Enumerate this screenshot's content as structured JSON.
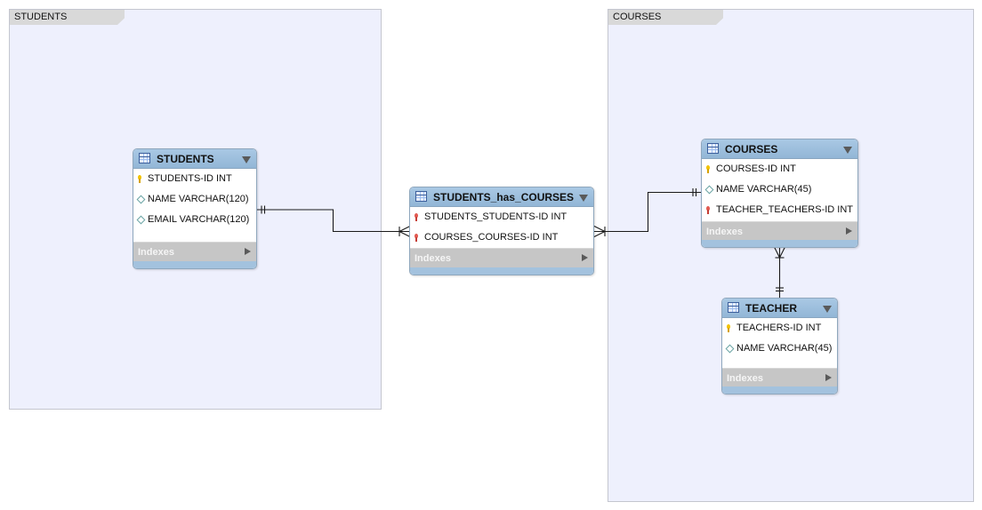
{
  "layers": {
    "students": {
      "label": "STUDENTS"
    },
    "courses": {
      "label": "COURSES"
    }
  },
  "entities": {
    "students": {
      "title": "STUDENTS",
      "columns": [
        {
          "label": "STUDENTS-ID INT",
          "kind": "primary-key"
        },
        {
          "label": "NAME VARCHAR(120)",
          "kind": "attribute"
        },
        {
          "label": "EMAIL VARCHAR(120)",
          "kind": "attribute"
        }
      ],
      "indexes_label": "Indexes"
    },
    "students_has_courses": {
      "title": "STUDENTS_has_COURSES",
      "columns": [
        {
          "label": "STUDENTS_STUDENTS-ID INT",
          "kind": "foreign-key"
        },
        {
          "label": "COURSES_COURSES-ID INT",
          "kind": "foreign-key"
        }
      ],
      "indexes_label": "Indexes"
    },
    "courses": {
      "title": "COURSES",
      "columns": [
        {
          "label": "COURSES-ID INT",
          "kind": "primary-key"
        },
        {
          "label": "NAME VARCHAR(45)",
          "kind": "attribute"
        },
        {
          "label": "TEACHER_TEACHERS-ID INT",
          "kind": "foreign-key"
        }
      ],
      "indexes_label": "Indexes"
    },
    "teacher": {
      "title": "TEACHER",
      "columns": [
        {
          "label": "TEACHERS-ID INT",
          "kind": "primary-key"
        },
        {
          "label": "NAME VARCHAR(45)",
          "kind": "attribute"
        }
      ],
      "indexes_label": "Indexes"
    }
  },
  "relationships": [
    {
      "from": "STUDENTS",
      "to": "STUDENTS_has_COURSES",
      "from_end": "one",
      "to_end": "many"
    },
    {
      "from": "COURSES",
      "to": "STUDENTS_has_COURSES",
      "from_end": "one",
      "to_end": "many"
    },
    {
      "from": "TEACHER",
      "to": "COURSES",
      "from_end": "one",
      "to_end": "many"
    }
  ],
  "colors": {
    "layer_background": "#eef0fd",
    "entity_header": "#9bbcdc",
    "indexes_bar": "#c6c6c6",
    "connector": "#1a1a1a"
  },
  "icons": {
    "table": "table-icon",
    "primary_key": "primary-key-icon",
    "foreign_key": "foreign-key-icon",
    "attribute": "attribute-diamond-icon",
    "dropdown": "dropdown-triangle-icon",
    "expand": "expand-triangle-icon"
  }
}
